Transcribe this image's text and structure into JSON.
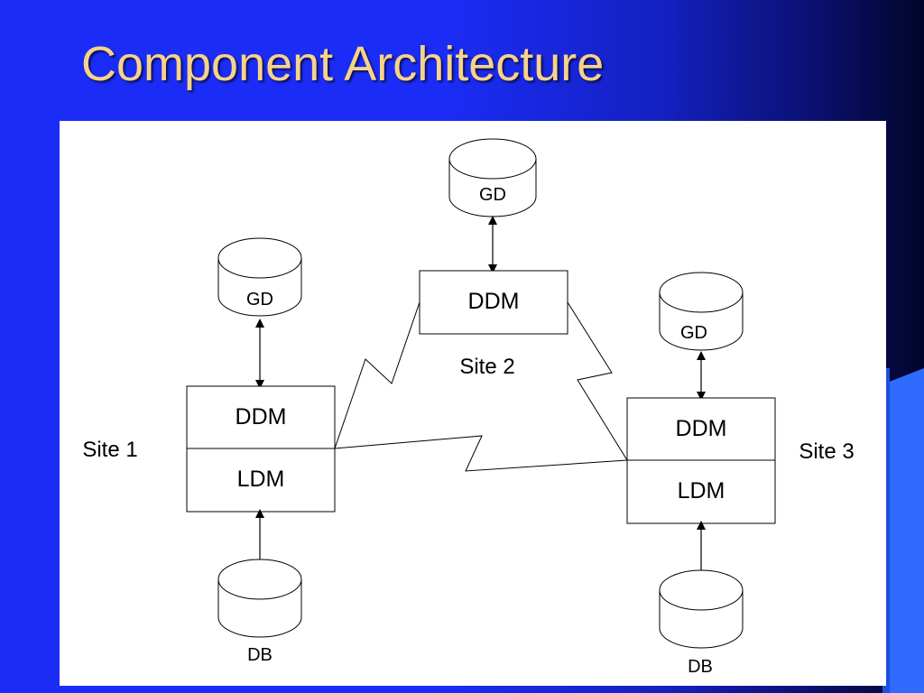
{
  "slide": {
    "title": "Component Architecture"
  },
  "diagram": {
    "site1": {
      "label": "Site 1",
      "gd": "GD",
      "ddm": "DDM",
      "ldm": "LDM",
      "db": "DB"
    },
    "site2": {
      "label": "Site 2",
      "gd": "GD",
      "ddm": "DDM"
    },
    "site3": {
      "label": "Site 3",
      "gd": "GD",
      "ddm": "DDM",
      "ldm": "LDM",
      "db": "DB"
    }
  },
  "colors": {
    "title": "#f7d38a",
    "background_blue": "#1b2cf6",
    "accent": "#2f6bff"
  }
}
